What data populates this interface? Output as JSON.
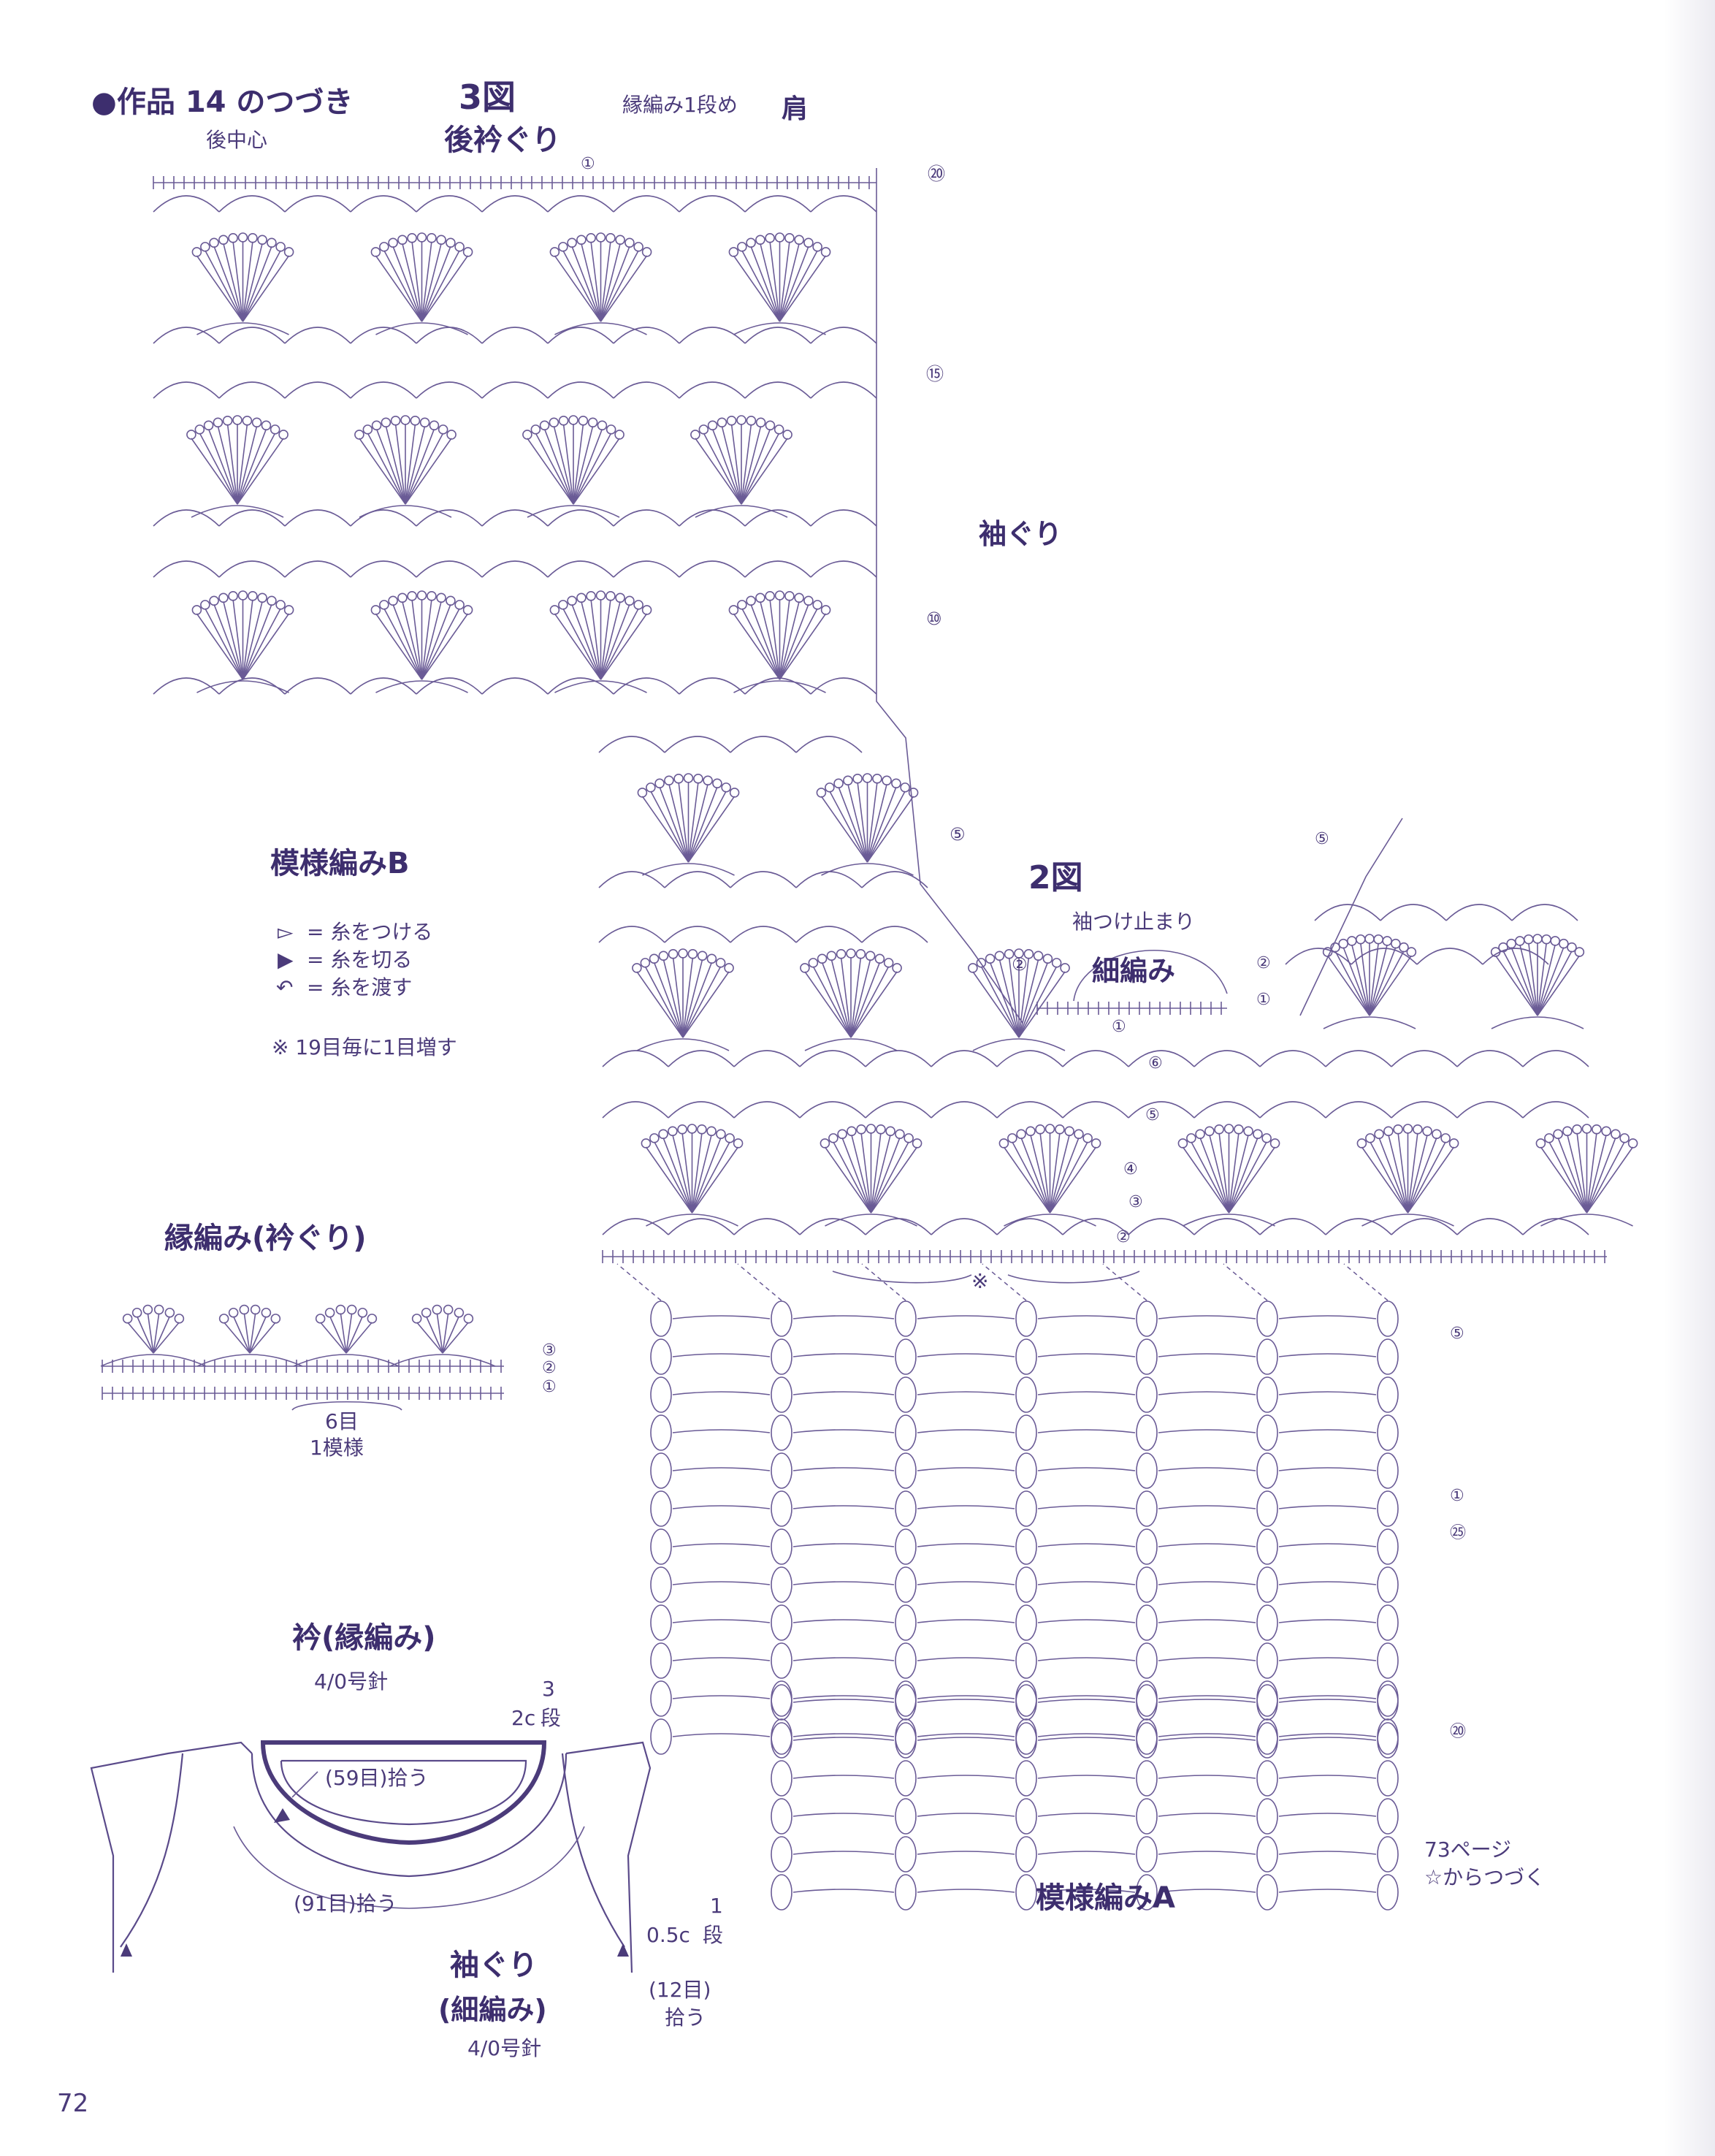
{
  "header": {
    "continuation": "●作品 14 のつづき",
    "fig3_title": "3図",
    "fig3_subtitle": "後衿ぐり",
    "back_center": "後中心",
    "edging_row1": "縁編み1段め",
    "shoulder": "肩"
  },
  "row_labels_fig3": [
    "⑳",
    "⑮",
    "⑩",
    "⑤",
    "②",
    "①"
  ],
  "armhole_label": "袖ぐり",
  "patternB": {
    "title": "模様編みB",
    "legend": [
      {
        "symbol": "▻",
        "text": "= 糸をつける"
      },
      {
        "symbol": "▶",
        "text": "= 糸を切る"
      },
      {
        "symbol": "↶",
        "text": "= 糸を渡す"
      }
    ],
    "note": "※ 19目毎に1目増す"
  },
  "fig2": {
    "title": "2図",
    "sleeve_stop": "袖つけ止まり",
    "single_crochet": "細編み",
    "row_labels": [
      "⑤",
      "②",
      "①",
      "②",
      "①"
    ],
    "inner_rows": [
      "①",
      "⑥",
      "⑤",
      "④",
      "③",
      "②"
    ],
    "asterisk": "※"
  },
  "edging": {
    "title": "縁編み(衿ぐり)",
    "rows": [
      "③",
      "②",
      "①"
    ],
    "count": "6目",
    "repeat": "1模様"
  },
  "patternA": {
    "title": "模様編みA",
    "row_labels": [
      "⑤",
      "①",
      "㉕",
      "⑳"
    ],
    "continued_page": "73ページ",
    "continued_from": "☆からつづく"
  },
  "collar": {
    "title": "衿(縁編み)",
    "needle": "4/0号針",
    "width": "2c",
    "rows": "3",
    "rows_unit": "段",
    "pick_inner": "(59目)拾う",
    "pick_outer": "(91目)拾う"
  },
  "armhole": {
    "title": "袖ぐり",
    "subtitle": "(細編み)",
    "needle": "4/0号針",
    "width": "0.5c",
    "rows": "1",
    "rows_unit": "段",
    "pick": "(12目)",
    "pick_unit": "拾う"
  },
  "page_number": "72"
}
